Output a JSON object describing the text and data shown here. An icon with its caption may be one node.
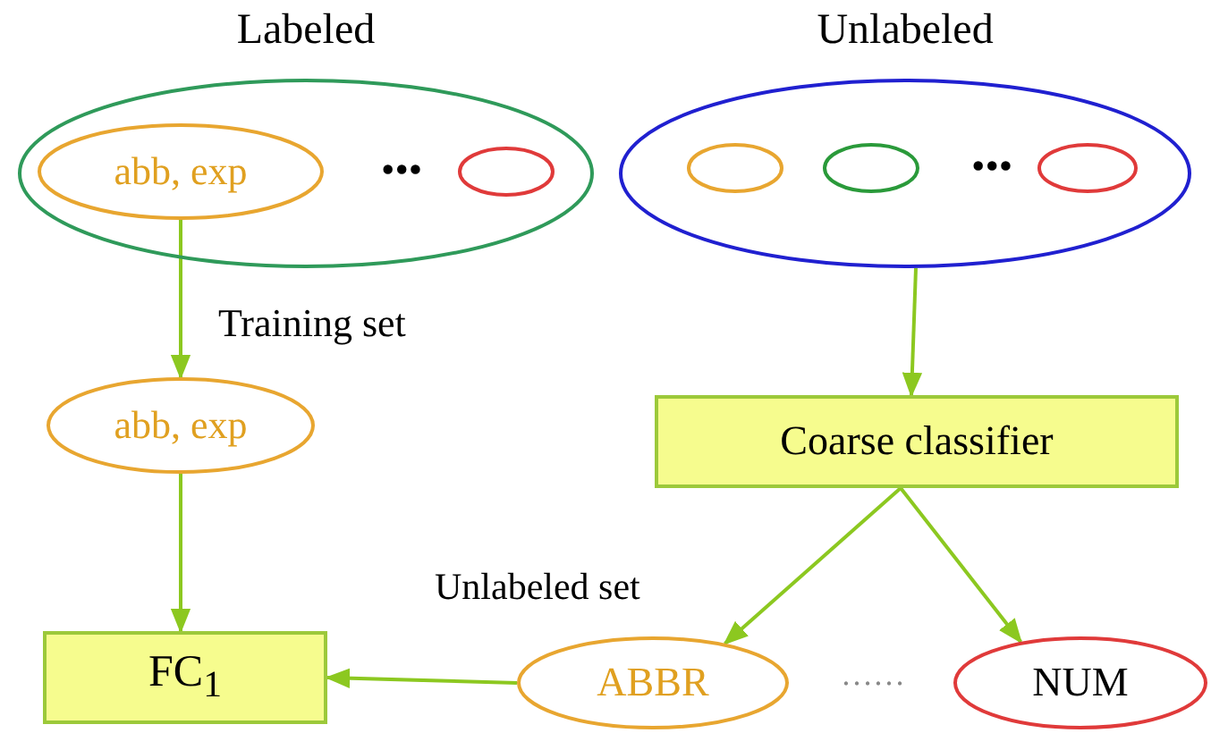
{
  "diagram": {
    "nodes": [
      {
        "text": [
          "Labeled"
        ]
      },
      {
        "text": [
          "abb, exp"
        ],
        "in": 0
      },
      {
        "text": [],
        "shape": "ellipse",
        "in": 0
      },
      {
        "text": [
          "Unlabeled"
        ]
      },
      {
        "text": [],
        "shape": "ellipse",
        "in": 3
      },
      {
        "text": [],
        "shape": "ellipse",
        "in": 3
      },
      {
        "text": [],
        "shape": "ellipse",
        "in": 3
      },
      {
        "text": [
          "abb, exp"
        ]
      },
      {
        "text": [
          "Coarse classifier"
        ]
      },
      {
        "text": [
          "FC$_{1}$"
        ]
      },
      {
        "text": [
          "ABBR"
        ]
      },
      {
        "text": [
          "NUM"
        ]
      }
    ],
    "edges": [
      {
        "from": 1,
        "to": 7,
        "arrow": "to",
        "label": "Training set"
      },
      {
        "from": 3,
        "to": 8,
        "arrow": "to"
      },
      {
        "from": 7,
        "to": 9,
        "arrow": "to"
      },
      {
        "from": 8,
        "to": 10,
        "arrow": "to"
      },
      {
        "from": 8,
        "to": 11,
        "arrow": "to"
      },
      {
        "from": 10,
        "to": 9,
        "arrow": "to"
      }
    ],
    "labels": [
      "•••",
      "•••",
      "Unlabeled set",
      "……"
    ]
  }
}
